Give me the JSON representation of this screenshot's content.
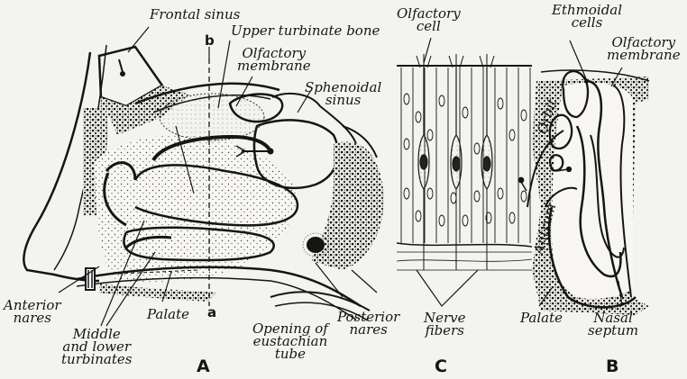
{
  "figure": {
    "colors": {
      "background": "#f3f3ef",
      "ink": "#151515"
    },
    "labels": {
      "frontal_sinus": "Frontal sinus",
      "b_mark": "b",
      "a_mark": "a",
      "upper_turbinate_bone": "Upper turbinate bone",
      "olfactory_membrane_a": [
        "Olfactory",
        "membrane"
      ],
      "sphenoidal_sinus": [
        "Sphenoidal",
        "sinus"
      ],
      "anterior_nares": [
        "Anterior",
        "nares"
      ],
      "palate_a": "Palate",
      "middle_lower_turbinates": [
        "Middle",
        "and lower",
        "turbinates"
      ],
      "opening_eustachian": [
        "Opening of",
        "eustachian",
        "tube"
      ],
      "posterior_nares": [
        "Posterior",
        "nares"
      ],
      "olfactory_cell": [
        "Olfactory",
        "cell"
      ],
      "nerve_fibers": [
        "Nerve",
        "fibers"
      ],
      "ethmoidal_cells": [
        "Ethmoidal",
        "cells"
      ],
      "olfactory_membrane_b": [
        "Olfactory",
        "membrane"
      ],
      "orbit": "Orbit",
      "antrum": "Antrum",
      "palate_b": "Palate",
      "nasal_septum": [
        "Nasal",
        "septum"
      ]
    },
    "panels": {
      "a": "A",
      "b": "B",
      "c": "C"
    }
  }
}
